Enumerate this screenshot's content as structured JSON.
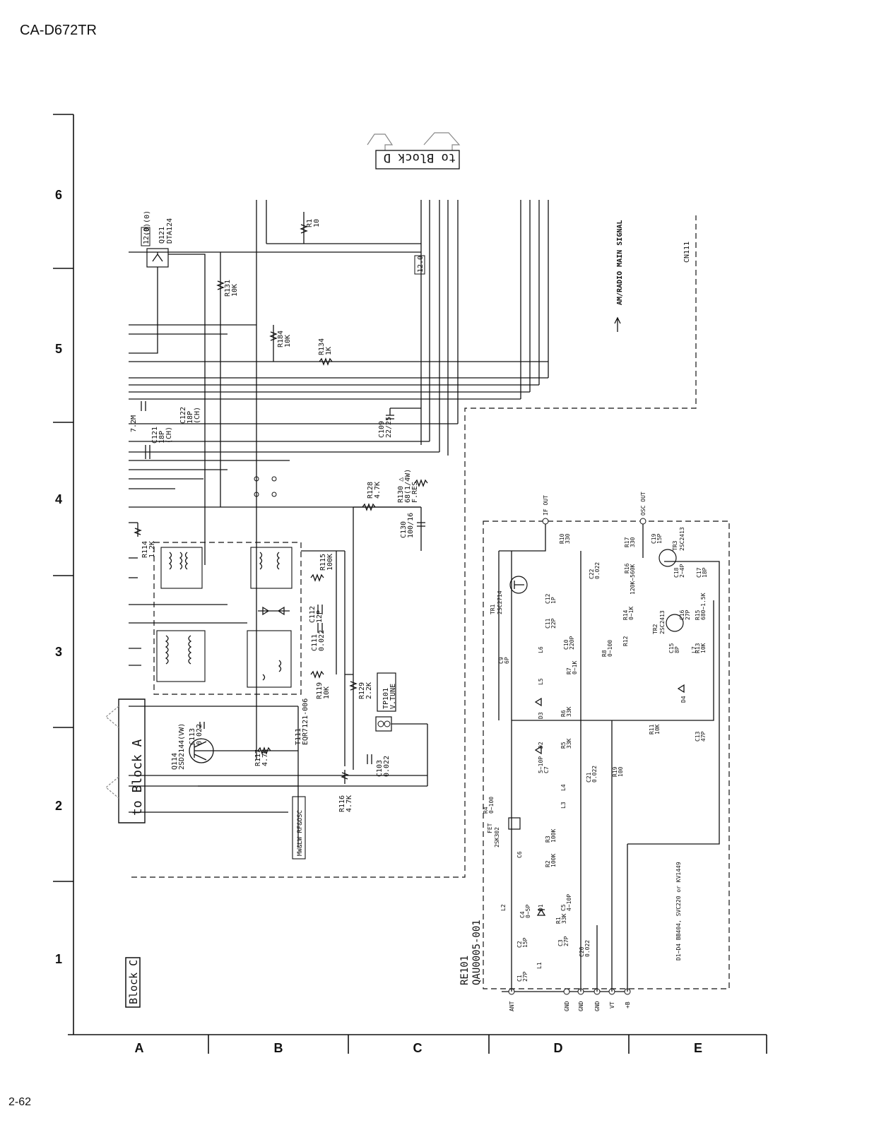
{
  "header": {
    "model": "CA-D672TR"
  },
  "footer": {
    "page": "2-62"
  },
  "grid": {
    "rows": [
      "6",
      "5",
      "4",
      "3",
      "2",
      "1"
    ],
    "columns": [
      "A",
      "B",
      "C",
      "D",
      "E"
    ]
  },
  "blocks": {
    "block_c": "Block C",
    "to_block_a": "to Block A",
    "to_block_d": "to Block D",
    "signal_legend": "AM/RADIO MAIN SIGNAL",
    "connector": "CN111",
    "module_ref": "RE101",
    "module_part": "QAU0005-001",
    "mw_lw_label": "MW&LW RF&OSC",
    "if_out": "IF OUT",
    "osc_out": "OSC OUT",
    "diode_note": "D1~D4 BB404, SVC220 or KV1449"
  },
  "components": {
    "q121": [
      "Q121",
      "DTA124"
    ],
    "q121_volt": [
      "(0)(0)",
      "12.0"
    ],
    "r1": [
      "R1",
      "10"
    ],
    "v12": "12.0",
    "r131": [
      "R131",
      "10K"
    ],
    "r184": [
      "R184",
      "10K"
    ],
    "r134": [
      "R134",
      "1K"
    ],
    "c121": [
      "C121",
      "18P",
      "(CH)"
    ],
    "c122": [
      "C122",
      "18P",
      "(CH)"
    ],
    "xtal": "7.2M",
    "c109": [
      "C109",
      "22/25"
    ],
    "r128": [
      "R128",
      "4.7K"
    ],
    "r130": [
      "R130 △",
      "68(1/4W)",
      "F.RES"
    ],
    "c130": [
      "C130",
      "100/16"
    ],
    "r114": [
      "R114",
      "1.2K"
    ],
    "r115": [
      "R115",
      "100K"
    ],
    "c112": [
      "C112",
      "12P"
    ],
    "c111": [
      "C111",
      "0.022"
    ],
    "r119": [
      "R119",
      "10K"
    ],
    "r129": [
      "R129",
      "2.2K"
    ],
    "tp101": [
      "TP101",
      "V.TUNE"
    ],
    "t111": [
      "T111",
      "EQR7121-006"
    ],
    "q114": [
      "Q114",
      "2SD2144(VW)"
    ],
    "c113": [
      "C113",
      "0.022"
    ],
    "r117": [
      "R117",
      "4.7K"
    ],
    "c103": [
      "C103",
      "0.022"
    ],
    "r116": [
      "R116",
      "4.7K"
    ],
    "ant": "ANT",
    "gnd1": "GND",
    "gnd2": "GND",
    "gnd3": "GND",
    "vt": "VT",
    "b_plus": "+B",
    "tr1": [
      "TR1",
      "2SC2714"
    ],
    "tr2": [
      "TR2",
      "2SC2413"
    ],
    "tr3": [
      "TR3",
      "2SC2413"
    ],
    "fet": [
      "FET",
      "2SK302"
    ],
    "c1": [
      "C1",
      "27P"
    ],
    "c2": [
      "C2",
      "15P"
    ],
    "c3": [
      "C3",
      "27P"
    ],
    "c4": [
      "C4",
      "0~5P"
    ],
    "c5": [
      "C5",
      "4~10P"
    ],
    "c6": [
      "C6"
    ],
    "c7": [
      "C7",
      "5~10P"
    ],
    "c9": [
      "C9",
      "6P"
    ],
    "c10": [
      "C10",
      "220P"
    ],
    "c11": [
      "C11",
      "22P"
    ],
    "c12": [
      "C12",
      "1P"
    ],
    "c13": [
      "C13",
      "47P"
    ],
    "c15": [
      "C15",
      "8P"
    ],
    "c16": [
      "C16",
      "27P"
    ],
    "c17": [
      "C17",
      "18P"
    ],
    "c18": [
      "C18",
      "2~4P"
    ],
    "c19": [
      "C19",
      "15P"
    ],
    "c20": [
      "C20",
      "0.022"
    ],
    "c21": [
      "C21",
      "0.022"
    ],
    "c22": [
      "C22",
      "0.022"
    ],
    "r1m": [
      "R1",
      "33K"
    ],
    "r2": [
      "R2",
      "100K"
    ],
    "r3": [
      "R3",
      "100K"
    ],
    "r4": [
      "R4",
      "0~100"
    ],
    "r5": [
      "R5",
      "33K"
    ],
    "r6": [
      "R6",
      "33K"
    ],
    "r7": [
      "R7",
      "0~1K"
    ],
    "r8": [
      "R8",
      "0~100"
    ],
    "r10": [
      "R10",
      "330"
    ],
    "r11": [
      "R11",
      "10K"
    ],
    "r12": [
      "R12"
    ],
    "r13": [
      "R13",
      "10K"
    ],
    "r14": [
      "R14",
      "0~1K"
    ],
    "r15": [
      "R15",
      "680~1.5K"
    ],
    "r16": [
      "R16",
      "120K~560K"
    ],
    "r17": [
      "R17",
      "330"
    ],
    "r19": [
      "R19",
      "100"
    ],
    "l1": "L1",
    "l2": "L2",
    "l3": "L3",
    "l4": "L4",
    "l5": "L5",
    "l6": "L6",
    "l7": "L7",
    "d1": "D1",
    "d2": "D2",
    "d3": "D3",
    "d4": "D4"
  }
}
